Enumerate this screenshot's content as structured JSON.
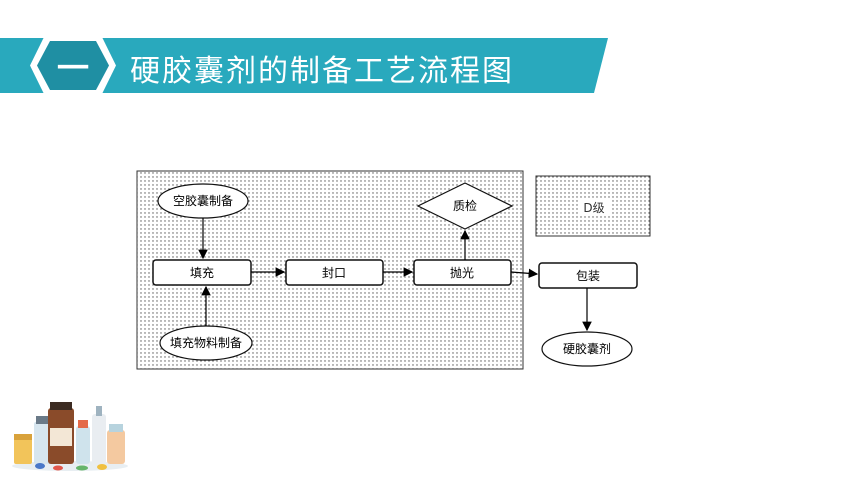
{
  "header": {
    "badge": "一",
    "title": "硬胶囊剂的制备工艺流程图"
  },
  "colors": {
    "banner": "#29a9bd",
    "badge_ring": "#ffffff",
    "badge_fill": "#1f8fa3",
    "node_border": "#111111",
    "dot_fill": "#444444"
  },
  "diagram": {
    "legend_zone": "D级",
    "nodes": {
      "empty_capsule": "空胶囊制备",
      "filling": "填充",
      "fill_material": "填充物料制备",
      "sealing": "封口",
      "polishing": "抛光",
      "quality_check": "质检",
      "packaging": "包装",
      "product": "硬胶囊剂"
    }
  },
  "decoration": {
    "illustration": "medicine-bottles-icon"
  }
}
